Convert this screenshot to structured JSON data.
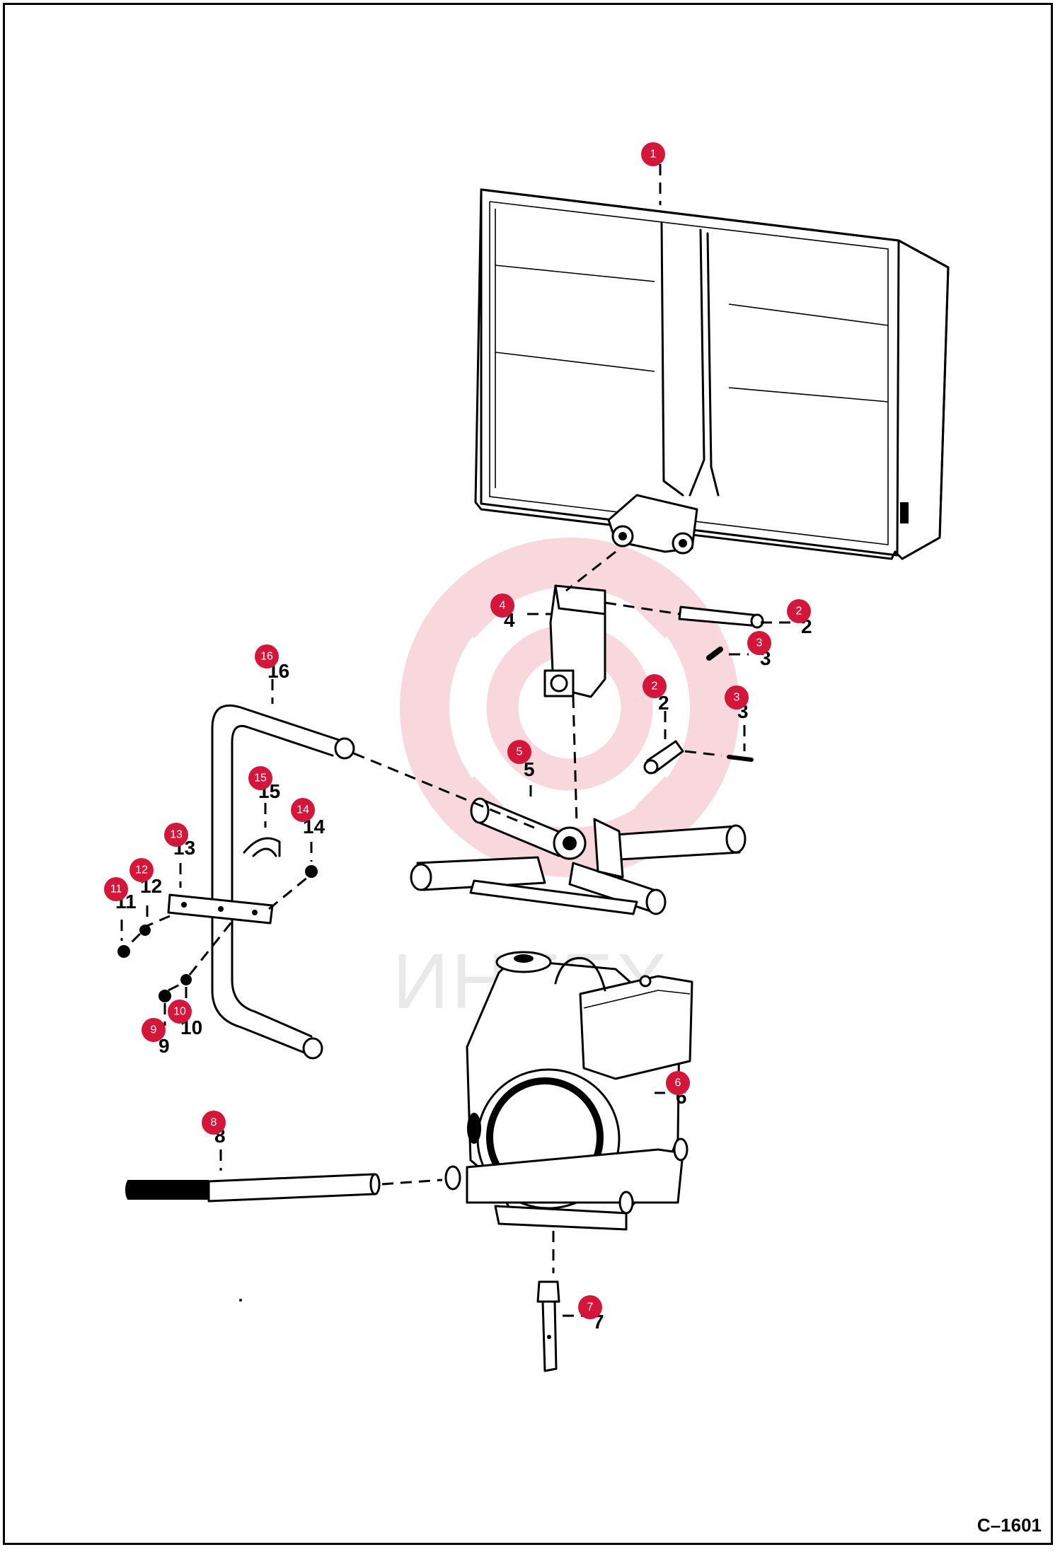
{
  "watermark": {
    "text": "ИНТЕХ",
    "color": "#e8a0a8"
  },
  "figure_code": "C–1601",
  "accent_color": "#d4163a",
  "parts": [
    {
      "id": "1",
      "callout": "1",
      "label": ""
    },
    {
      "id": "2a",
      "callout": "2",
      "label": "2"
    },
    {
      "id": "3a",
      "callout": "3",
      "label": "3"
    },
    {
      "id": "4",
      "callout": "4",
      "label": "4"
    },
    {
      "id": "2b",
      "callout": "2",
      "label": "2"
    },
    {
      "id": "3b",
      "callout": "3",
      "label": "3"
    },
    {
      "id": "5",
      "callout": "5",
      "label": "5"
    },
    {
      "id": "16",
      "callout": "16",
      "label": "16"
    },
    {
      "id": "15",
      "callout": "15",
      "label": "15"
    },
    {
      "id": "14",
      "callout": "14",
      "label": "14"
    },
    {
      "id": "13",
      "callout": "13",
      "label": "13"
    },
    {
      "id": "12",
      "callout": "12",
      "label": "12"
    },
    {
      "id": "11",
      "callout": "11",
      "label": "11"
    },
    {
      "id": "10",
      "callout": "10",
      "label": "10"
    },
    {
      "id": "9",
      "callout": "9",
      "label": "9"
    },
    {
      "id": "6",
      "callout": "6",
      "label": "6"
    },
    {
      "id": "8",
      "callout": "8",
      "label": "8"
    },
    {
      "id": "7",
      "callout": "7",
      "label": "7"
    }
  ]
}
